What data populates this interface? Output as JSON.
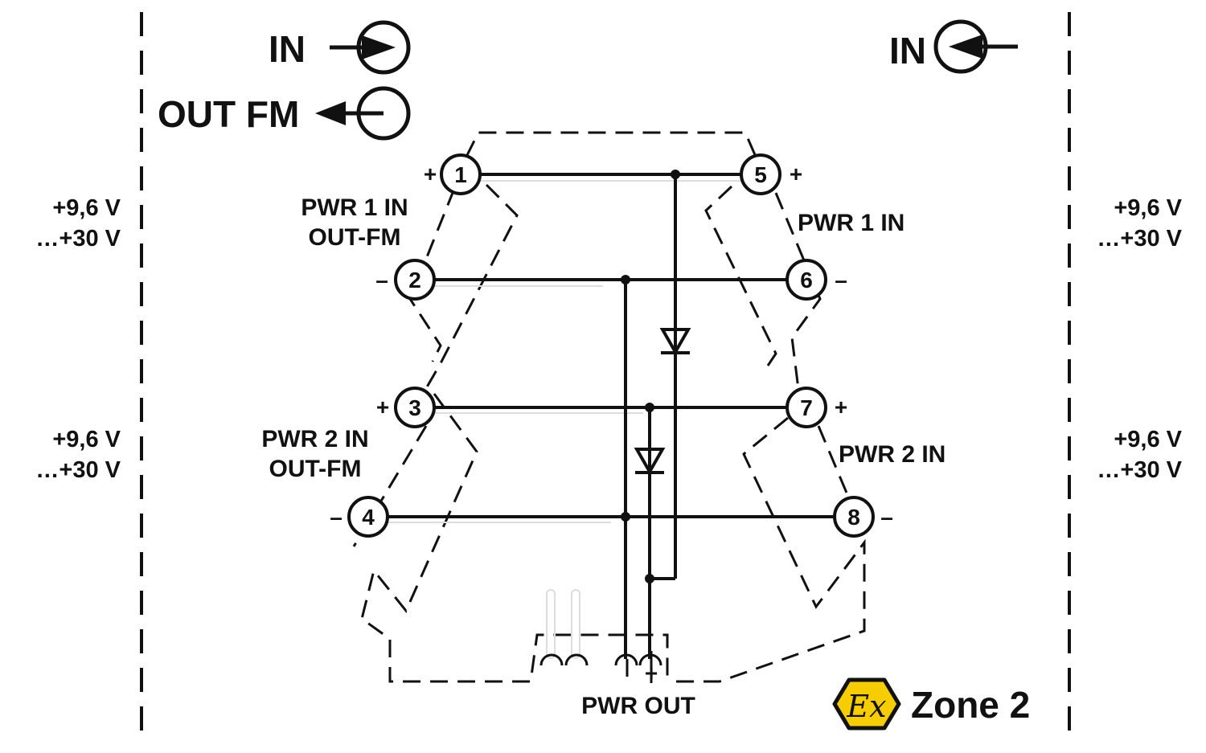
{
  "labels": {
    "in_left": "IN",
    "out_fm": "OUT FM",
    "in_right": "IN",
    "pwr1_in_out_fm_line1": "PWR 1 IN",
    "pwr1_in_out_fm_line2": "OUT-FM",
    "pwr1_in_right": "PWR 1 IN",
    "pwr2_in_out_fm_line1": "PWR 2 IN",
    "pwr2_in_out_fm_line2": "OUT-FM",
    "pwr2_in_right": "PWR 2 IN",
    "pwr_out": "PWR OUT",
    "zone": "Zone 2",
    "ex_mark": "Ex"
  },
  "voltage": {
    "left_top_line1": "+9,6 V",
    "left_top_line2": "…+30 V",
    "left_bottom_line1": "+9,6 V",
    "left_bottom_line2": "…+30 V",
    "right_top_line1": "+9,6 V",
    "right_top_line2": "…+30 V",
    "right_bottom_line1": "+9,6 V",
    "right_bottom_line2": "…+30 V"
  },
  "terminals": {
    "t1": "1",
    "t2": "2",
    "t3": "3",
    "t4": "4",
    "t5": "5",
    "t6": "6",
    "t7": "7",
    "t8": "8"
  },
  "polarity": {
    "t1": "+",
    "t2": "–",
    "t3": "+",
    "t4": "–",
    "t5": "+",
    "t6": "–",
    "t7": "+",
    "t8": "–",
    "pwr_out_plus": "+"
  },
  "colors": {
    "ink": "#111111",
    "ex_yellow": "#f6cd00"
  },
  "icons": {
    "in_arrow_left": "arrow-into-circle-icon",
    "out_fm_arrow": "arrow-out-of-circle-icon",
    "in_arrow_right": "arrow-into-circle-icon",
    "ex_hexagon": "ex-hexagon-icon",
    "diode": "diode-icon"
  }
}
